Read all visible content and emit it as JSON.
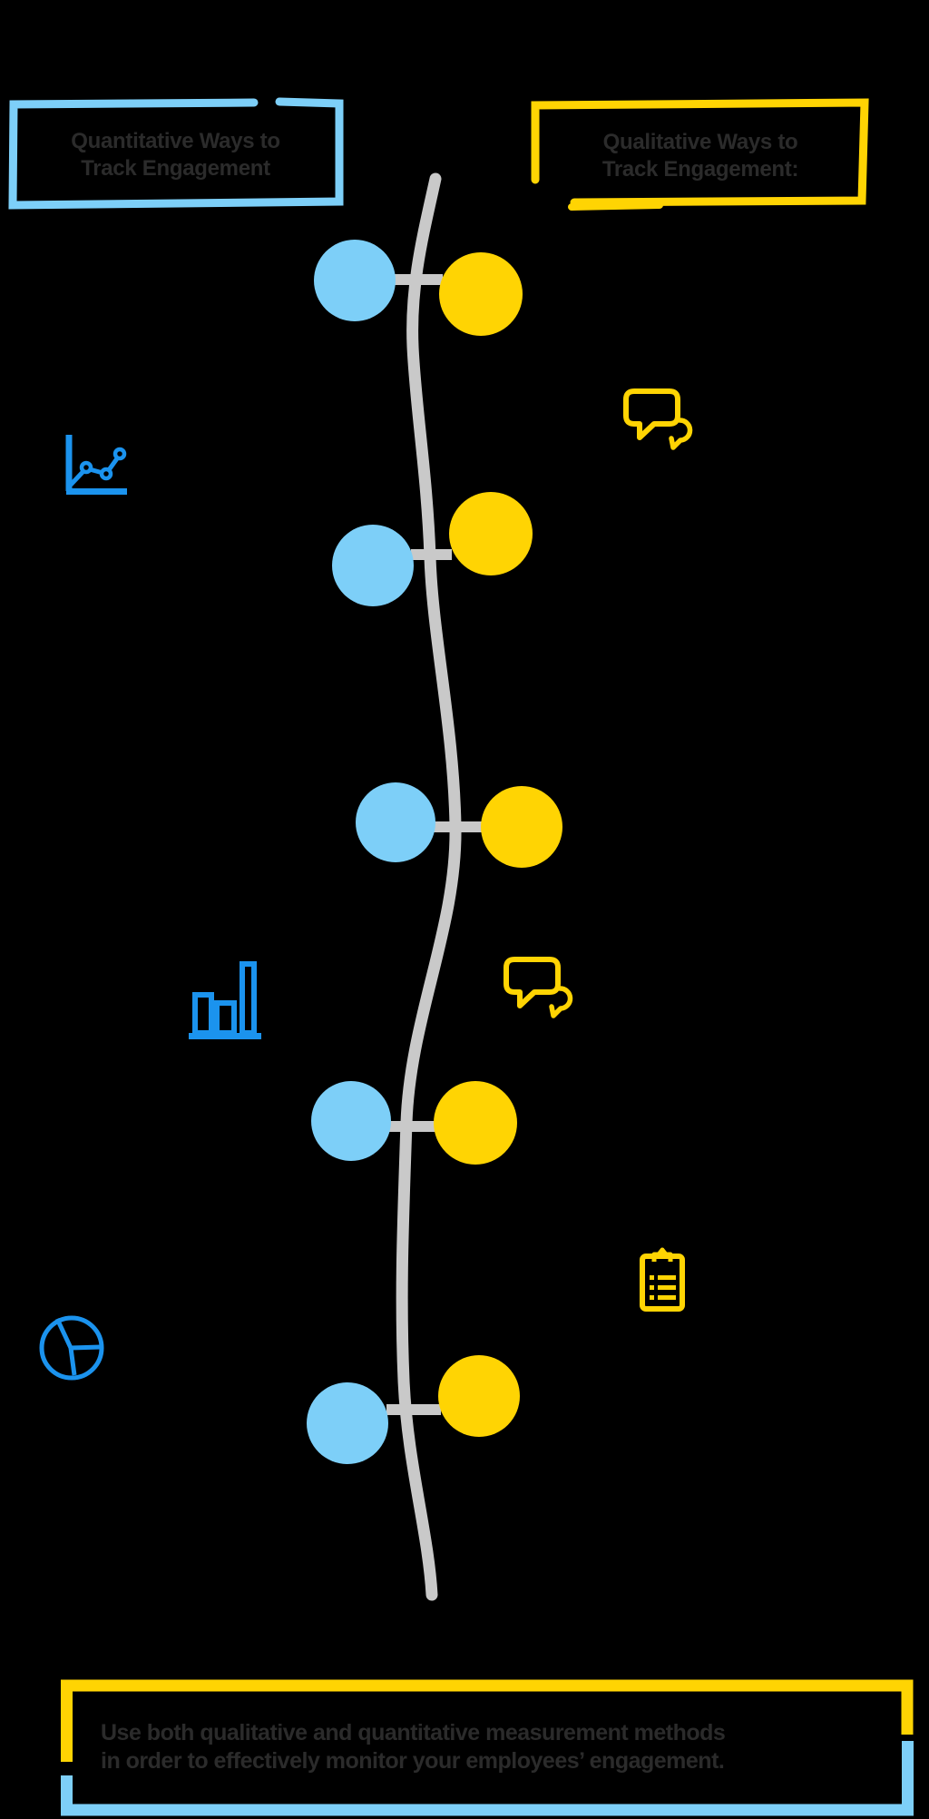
{
  "colors": {
    "background": "#000000",
    "accent-blue": "#1B93EE",
    "light-blue": "#7DCFF8",
    "yellow": "#FFD403",
    "line-gray": "#C9C9C9",
    "text-dark": "#2B2B2B"
  },
  "header_left": {
    "label": "Quantitative Ways to\nTrack Engagement"
  },
  "header_right": {
    "label": "Qualitative Ways to\nTrack Engagement:"
  },
  "footer": {
    "note": "Use both qualitative and quantitative measurement methods\nin order to effectively monitor your employees’ engagement."
  },
  "diagram": {
    "type": "timeline",
    "left_column": "quantitative",
    "right_column": "qualitative",
    "rows": [
      {
        "row": 1,
        "left_marker_color": "#7DCFF8",
        "right_marker_color": "#FFD403"
      },
      {
        "row": 2,
        "left_marker_color": "#7DCFF8",
        "right_marker_color": "#FFD403"
      },
      {
        "row": 3,
        "left_marker_color": "#7DCFF8",
        "right_marker_color": "#FFD403"
      },
      {
        "row": 4,
        "left_marker_color": "#7DCFF8",
        "right_marker_color": "#FFD403"
      },
      {
        "row": 5,
        "left_marker_color": "#7DCFF8",
        "right_marker_color": "#FFD403"
      }
    ],
    "icons": [
      "line-chart-icon",
      "chat-bubbles-icon",
      "bar-chart-icon",
      "chat-bubbles-icon",
      "clipboard-icon",
      "pie-chart-icon"
    ]
  }
}
